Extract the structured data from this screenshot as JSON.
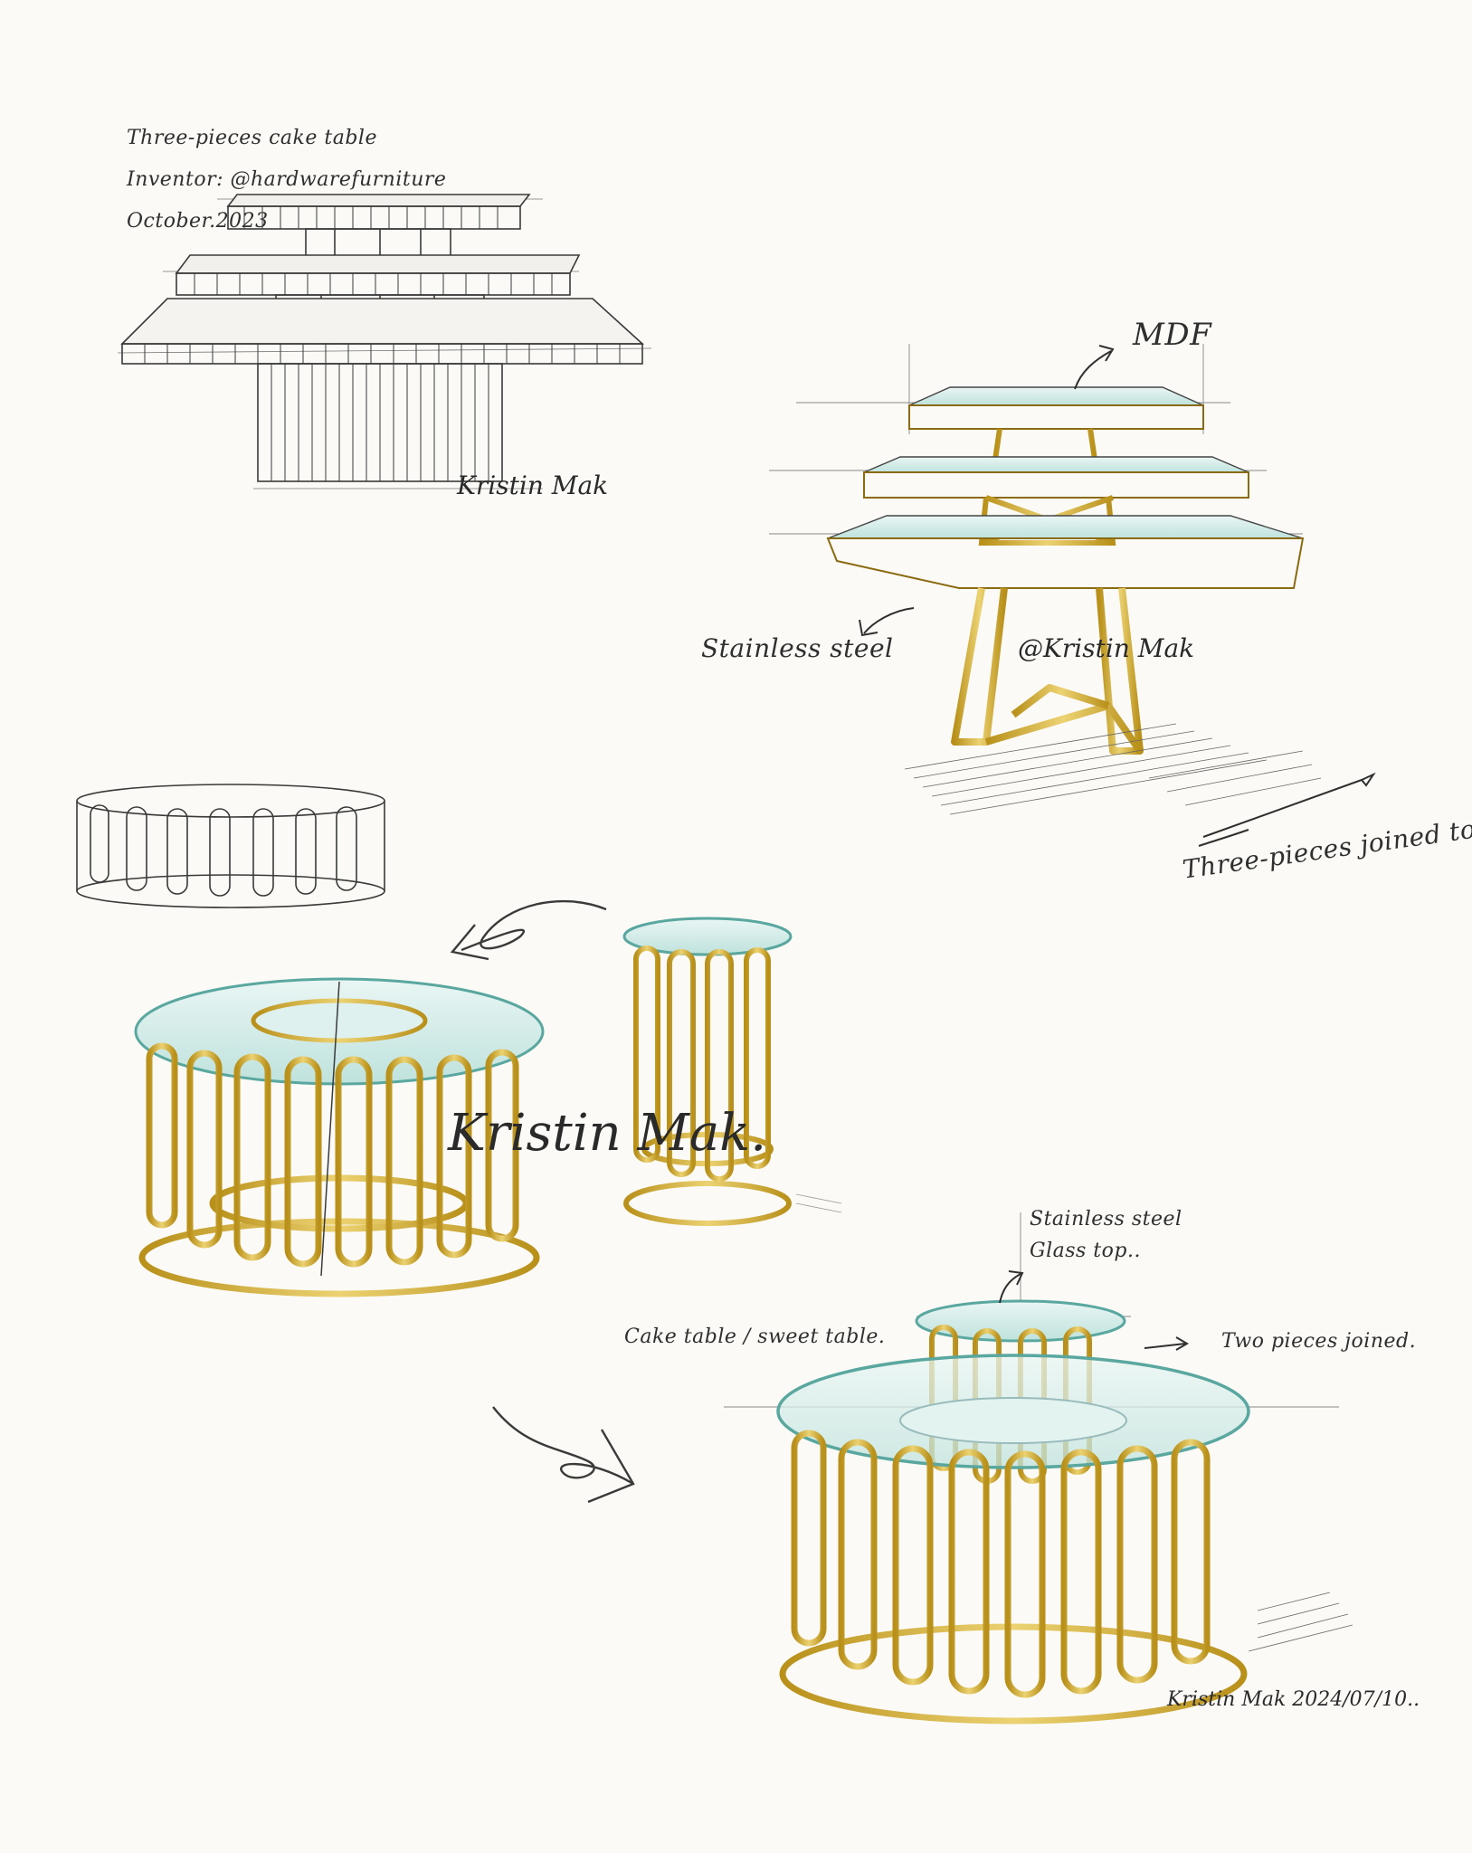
{
  "palette": {
    "paper": "#fbfaf6",
    "pencil": "#3a3a3a",
    "gold": "#c9a227",
    "gold_light": "#e8cf6a",
    "glass": "#9fd3d3"
  },
  "sketch1": {
    "title": "Three-pieces cake table",
    "inventor": "Inventor: @hardwarefurniture",
    "date": "October.2023",
    "signature": "Kristin Mak"
  },
  "sketch2": {
    "label_mdf": "MDF",
    "label_material": "Stainless steel",
    "watermark": "@Kristin Mak",
    "caption": "Three-pieces joined together"
  },
  "sketch3": {
    "signature": "Kristin Mak."
  },
  "sketch4": {
    "label_material_1": "Stainless steel",
    "label_material_2": "Glass top..",
    "label_use": "Cake table / sweet table.",
    "label_joined": "Two pieces joined.",
    "signature_date": "Kristin Mak 2024/07/10.."
  }
}
